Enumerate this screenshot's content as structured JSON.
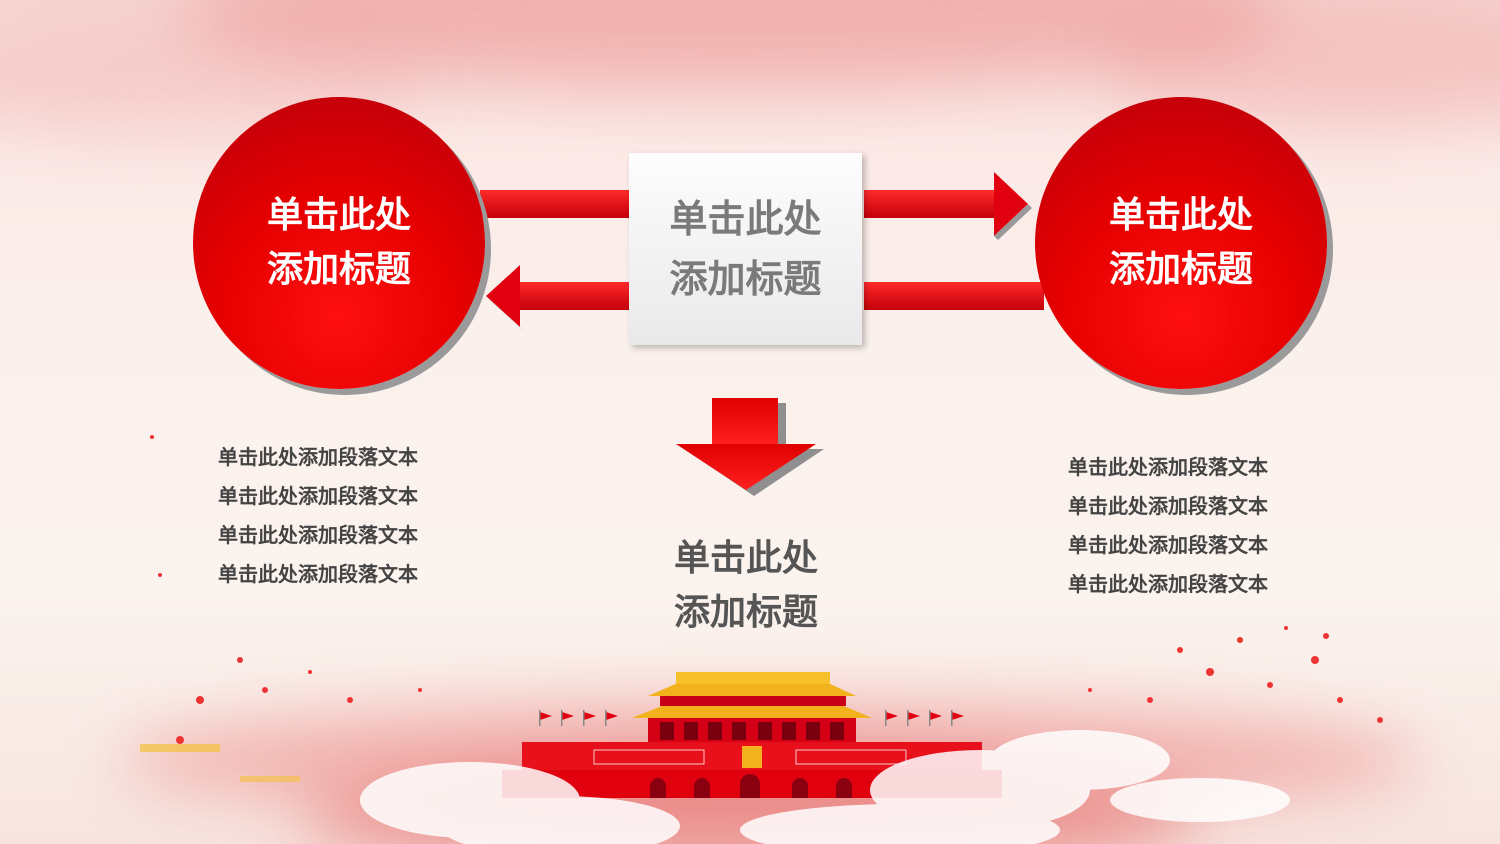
{
  "left_circle": {
    "title": "单击此处\n添加标题"
  },
  "right_circle": {
    "title": "单击此处\n添加标题"
  },
  "center_box": {
    "title": "单击此处\n添加标题"
  },
  "bottom": {
    "title": "单击此处\n添加标题"
  },
  "left_paragraph": [
    "单击此处添加段落文本",
    "单击此处添加段落文本",
    "单击此处添加段落文本",
    "单击此处添加段落文本"
  ],
  "right_paragraph": [
    "单击此处添加段落文本",
    "单击此处添加段落文本",
    "单击此处添加段落文本",
    "单击此处添加段落文本"
  ],
  "colors": {
    "primary_red": "#e60000",
    "dark_red": "#b8000d",
    "gold": "#f2b21c",
    "gray_text": "#555555"
  },
  "icons": [
    "arrow-right-icon",
    "arrow-left-icon",
    "arrow-down-icon",
    "tiananmen-icon"
  ]
}
